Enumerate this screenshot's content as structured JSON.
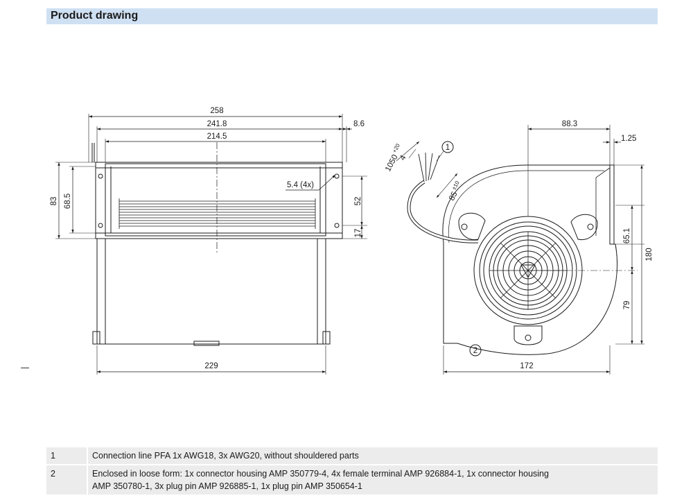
{
  "header": {
    "title": "Product drawing"
  },
  "front_view": {
    "dims": {
      "overall_width": "258",
      "width_241": "241.8",
      "offset_right": "8.6",
      "width_214": "214.5",
      "height_83": "83",
      "height_68": "68.5",
      "hole": "5.4 (4x)",
      "height_52": "52",
      "height_17": "17",
      "bottom_width": "229"
    }
  },
  "side_view": {
    "dims": {
      "width_88": "88.3",
      "offset_125": "1.25",
      "cable_length": "1050",
      "cable_length_tol": "+20",
      "strip_length": "4",
      "wire_length": "85",
      "wire_length_tol": "±10",
      "height_65": "65.1",
      "height_180": "180",
      "height_79": "79",
      "bottom_width": "172"
    },
    "callouts": [
      "1",
      "2"
    ]
  },
  "legend": [
    {
      "num": "1",
      "text": "Connection line PFA 1x AWG18, 3x AWG20, without shouldered parts"
    },
    {
      "num": "2",
      "text": "Enclosed in loose form: 1x connector housing AMP 350779-4, 4x female terminal AMP 926884-1, 1x connector housing AMP 350780-1, 3x plug pin AMP 926885-1, 1x plug pin AMP 350654-1"
    }
  ]
}
